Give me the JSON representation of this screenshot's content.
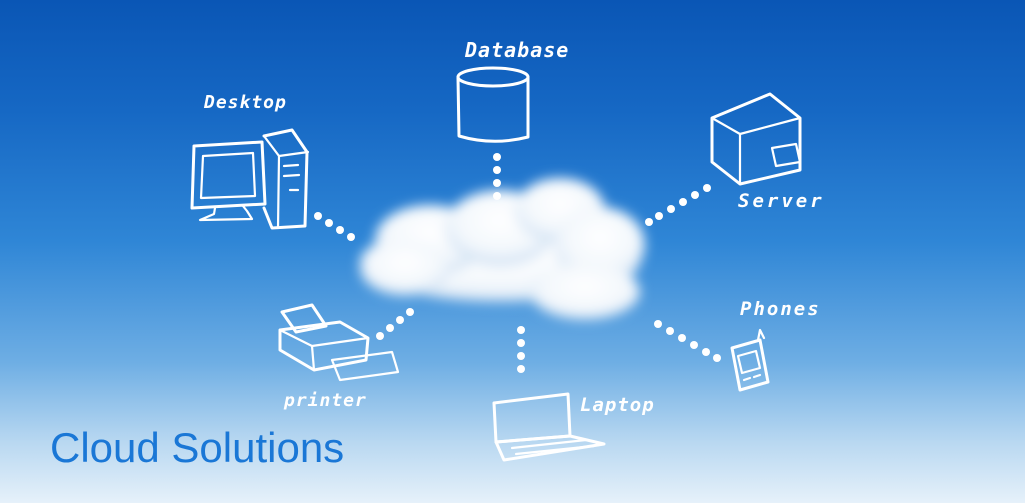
{
  "title": "Cloud Solutions",
  "colors": {
    "sky_top": "#0a56b5",
    "sky_bottom": "#e6f1fa",
    "title": "#1a77d6",
    "sketch": "#ffffff"
  },
  "nodes": [
    {
      "id": "database",
      "label": "Database",
      "icon": "database-icon"
    },
    {
      "id": "desktop",
      "label": "Desktop",
      "icon": "desktop-computer-icon"
    },
    {
      "id": "server",
      "label": "Server",
      "icon": "server-icon"
    },
    {
      "id": "printer",
      "label": "printer",
      "icon": "printer-icon"
    },
    {
      "id": "laptop",
      "label": "Laptop",
      "icon": "laptop-icon"
    },
    {
      "id": "phones",
      "label": "Phones",
      "icon": "phone-icon"
    }
  ],
  "center": {
    "icon": "cloud-icon"
  }
}
